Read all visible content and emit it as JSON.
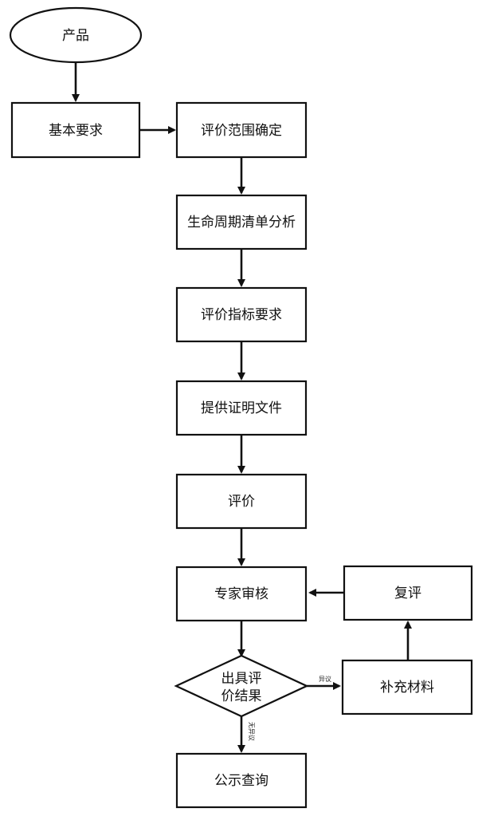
{
  "nodes": {
    "product": "产品",
    "basic_requirements": "基本要求",
    "scope_definition": "评价范围确定",
    "lifecycle_inventory": "生命周期清单分析",
    "indicator_requirements": "评价指标要求",
    "provide_evidence": "提供证明文件",
    "evaluation": "评价",
    "expert_review": "专家审核",
    "re_evaluation": "复评",
    "issue_result_line1": "出具评",
    "issue_result_line2": "价结果",
    "supplement_materials": "补充材料",
    "public_query": "公示查询"
  },
  "edge_labels": {
    "objection": "异议",
    "no_objection": "无异议"
  },
  "colors": {
    "stroke": "#111111",
    "fill": "#ffffff",
    "text": "#111111"
  }
}
